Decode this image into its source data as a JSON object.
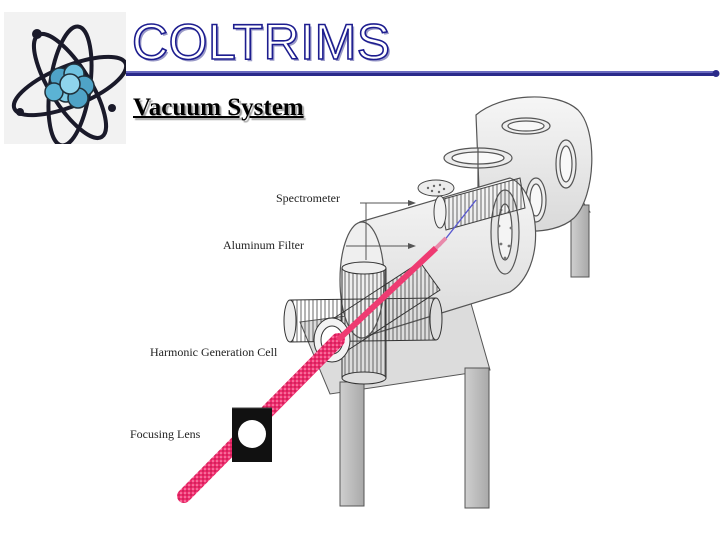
{
  "slide": {
    "title": "COLTRIMS",
    "subtitle": "Vacuum System"
  },
  "colors": {
    "title_outline": "#1d1d8f",
    "rule": "#2a2a8a",
    "laser": "#e0185a",
    "chamber": "#e9e9e9"
  },
  "logo": {
    "icon": "atom-icon"
  },
  "diagram": {
    "labels": {
      "spectrometer": "Spectrometer",
      "aluminum_filter": "Aluminum Filter",
      "harmonic_cell": "Harmonic Generation Cell",
      "focusing_lens": "Focusing Lens"
    }
  }
}
